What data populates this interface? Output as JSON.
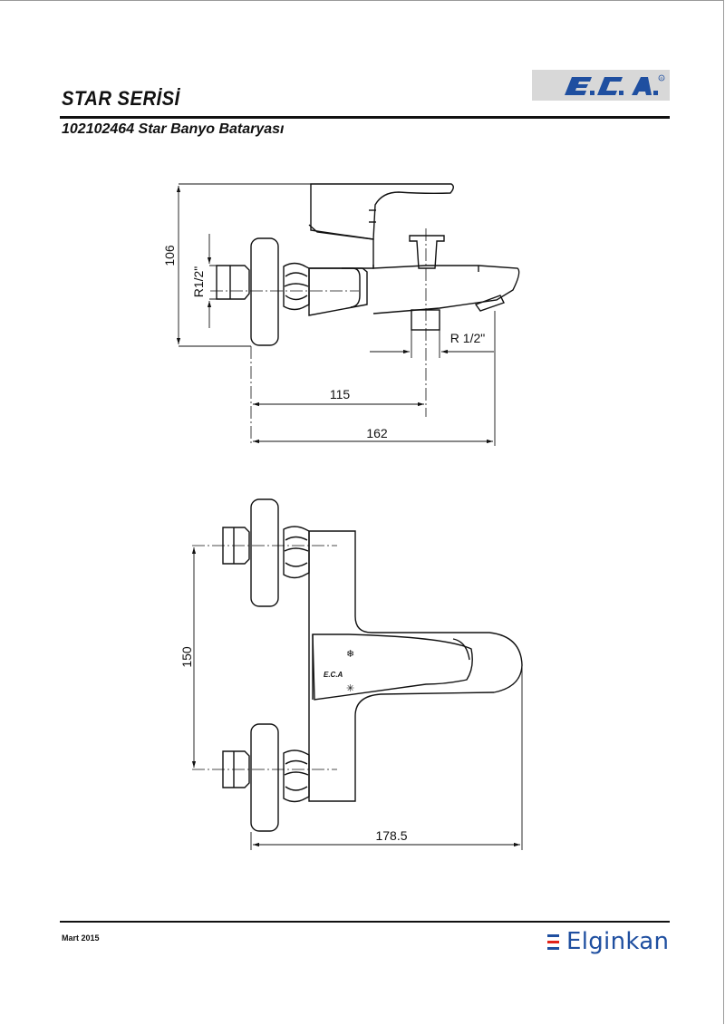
{
  "header": {
    "series_title": "STAR SERİSİ",
    "product_title": "102102464 Star Banyo Bataryası",
    "logo_text": "E.C.A",
    "logo_mark": "®"
  },
  "side_view": {
    "dim_height": "106",
    "dim_inlet": "R1/2\"",
    "dim_outlet": "R 1/2\"",
    "dim_spout_axis": "115",
    "dim_total_depth": "162"
  },
  "front_view": {
    "dim_inlet_spacing": "150",
    "dim_total_width": "178.5",
    "handle_logo": "E.C.A"
  },
  "footer": {
    "date": "Mart 2015",
    "brand": "Elginkan",
    "brand_color": "#1f4fa0",
    "brand_mark_color": "#e2231a"
  }
}
